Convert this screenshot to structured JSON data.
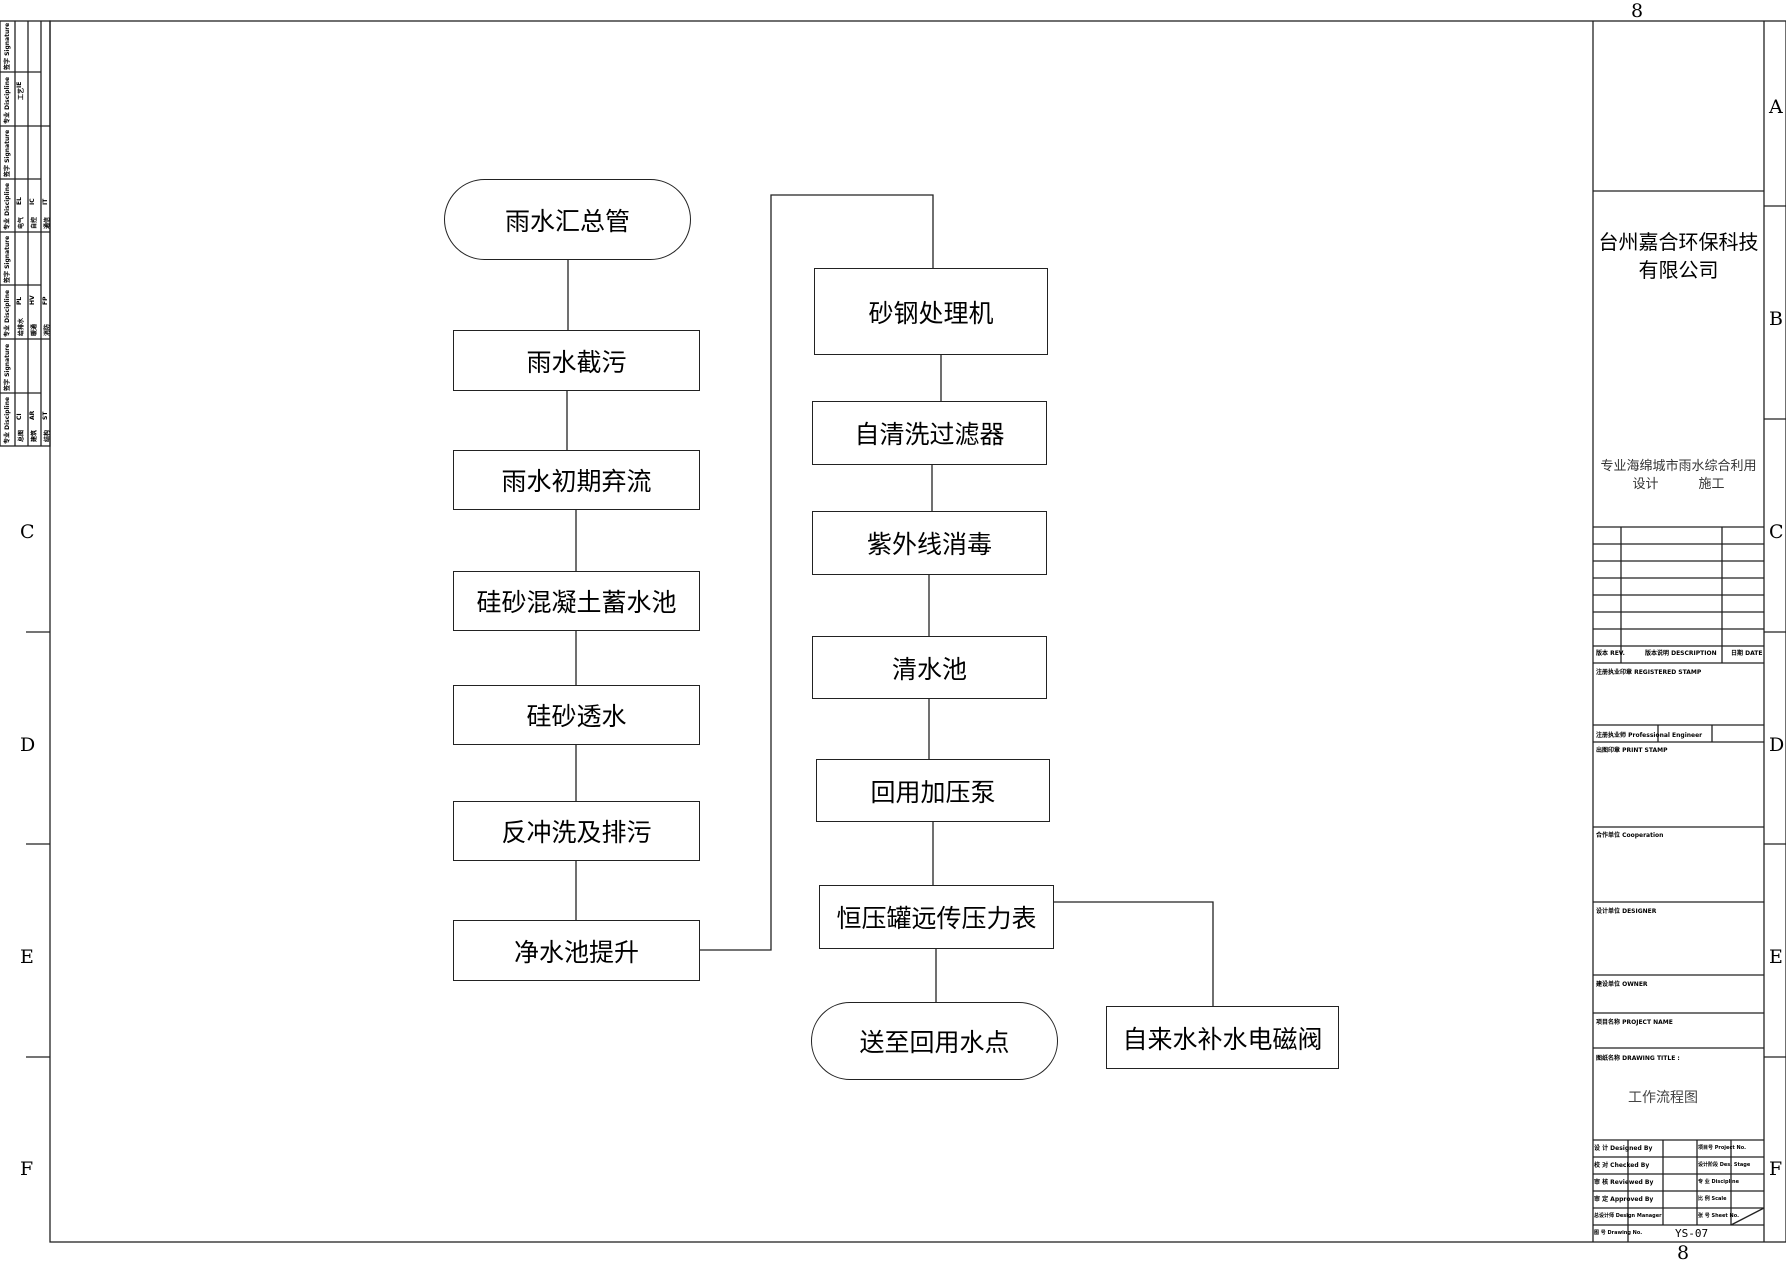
{
  "sheet": {
    "column_number_top": "8",
    "column_number_bottom": "8",
    "zones_right": [
      "A",
      "B",
      "C",
      "D",
      "E",
      "F"
    ],
    "zones_left": [
      "C",
      "D",
      "E",
      "F"
    ]
  },
  "left_strip": {
    "rows": [
      {
        "sig_label": "签字 Signature",
        "disc_label": "专业 Discipline",
        "codes": [
          "CI",
          "AR",
          "ST"
        ],
        "names": [
          "总图",
          "建筑",
          "结构"
        ]
      },
      {
        "sig_label": "签字 Signature",
        "disc_label": "专业 Discipline",
        "codes": [
          "PL",
          "HV",
          "FP"
        ],
        "names": [
          "给排水",
          "暖通",
          "消防"
        ]
      },
      {
        "sig_label": "签字 Signature",
        "disc_label": "专业 Discipline",
        "codes": [
          "EL",
          "IC",
          "IT"
        ],
        "names": [
          "电气",
          "自控",
          "通信"
        ]
      },
      {
        "sig_label": "签字 Signature",
        "disc_label": "专业 Discipline",
        "codes": [
          "IE",
          ""
        ],
        "names": [
          "工艺",
          ""
        ]
      }
    ]
  },
  "flowchart": {
    "left_column": [
      "雨水汇总管",
      "雨水截污",
      "雨水初期弃流",
      "硅砂混凝土蓄水池",
      "硅砂透水",
      "反冲洗及排污",
      "净水池提升"
    ],
    "right_column": [
      "砂钢处理机",
      "自清洗过滤器",
      "紫外线消毒",
      "清水池",
      "回用加压泵",
      "恒压罐远传压力表",
      "送至回用水点"
    ],
    "side_node": "自来水补水电磁阀"
  },
  "title_block": {
    "company_line1": "台州嘉合环保科技",
    "company_line2": "有限公司",
    "slogan_line1": "专业海绵城市雨水综合利用",
    "slogan_design": "设计",
    "slogan_build": "施工",
    "rev_header": {
      "rev": "版本 REV.",
      "description": "版本说明 DESCRIPTION",
      "date": "日期 DATE"
    },
    "registered_stamp": "注册执业印章   REGISTERED STAMP",
    "professional_engineer": "注册执业师 Professional Engineer",
    "print_stamp": "出图印章   PRINT STAMP",
    "cooperation": "合作单位   Cooperation",
    "designer": "设计单位   DESIGNER",
    "owner": "建设单位   OWNER",
    "project_name": "项目名称   PROJECT NAME",
    "drawing_title_label": "图纸名称   DRAWING TITLE :",
    "drawing_title": "工作流程图",
    "sign_rows_left": [
      "设 计 Designed By",
      "校 对 Checked By",
      "审 核 Reviewed By",
      "审 定 Approved By",
      "总设计师 Design Manager"
    ],
    "sign_rows_right": [
      "项目号 Project No.",
      "设计阶段 Des. Stage",
      "专 业 Discipline",
      "比 例 Scale",
      "张 号 Sheet No."
    ],
    "drawing_no_label": "图 号 Drawing No.",
    "drawing_no": "YS-07"
  }
}
